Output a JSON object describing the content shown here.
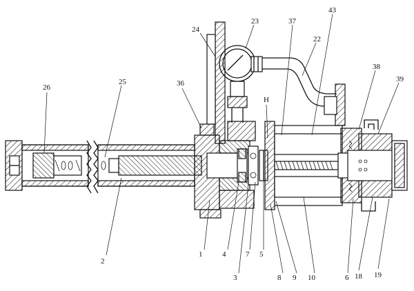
{
  "figure": {
    "callouts": [
      {
        "id": "24",
        "text": "24"
      },
      {
        "id": "23",
        "text": "23"
      },
      {
        "id": "37",
        "text": "37"
      },
      {
        "id": "43",
        "text": "43"
      },
      {
        "id": "22",
        "text": "22"
      },
      {
        "id": "38",
        "text": "38"
      },
      {
        "id": "39",
        "text": "39"
      },
      {
        "id": "26",
        "text": "26"
      },
      {
        "id": "25",
        "text": "25"
      },
      {
        "id": "36",
        "text": "36"
      },
      {
        "id": "H",
        "text": "H"
      },
      {
        "id": "2",
        "text": "2"
      },
      {
        "id": "1",
        "text": "1"
      },
      {
        "id": "4",
        "text": "4"
      },
      {
        "id": "3",
        "text": "3"
      },
      {
        "id": "7",
        "text": "7"
      },
      {
        "id": "5",
        "text": "5"
      },
      {
        "id": "8",
        "text": "8"
      },
      {
        "id": "9",
        "text": "9"
      },
      {
        "id": "10",
        "text": "10"
      },
      {
        "id": "6",
        "text": "6"
      },
      {
        "id": "18",
        "text": "18"
      },
      {
        "id": "19",
        "text": "19"
      }
    ]
  }
}
